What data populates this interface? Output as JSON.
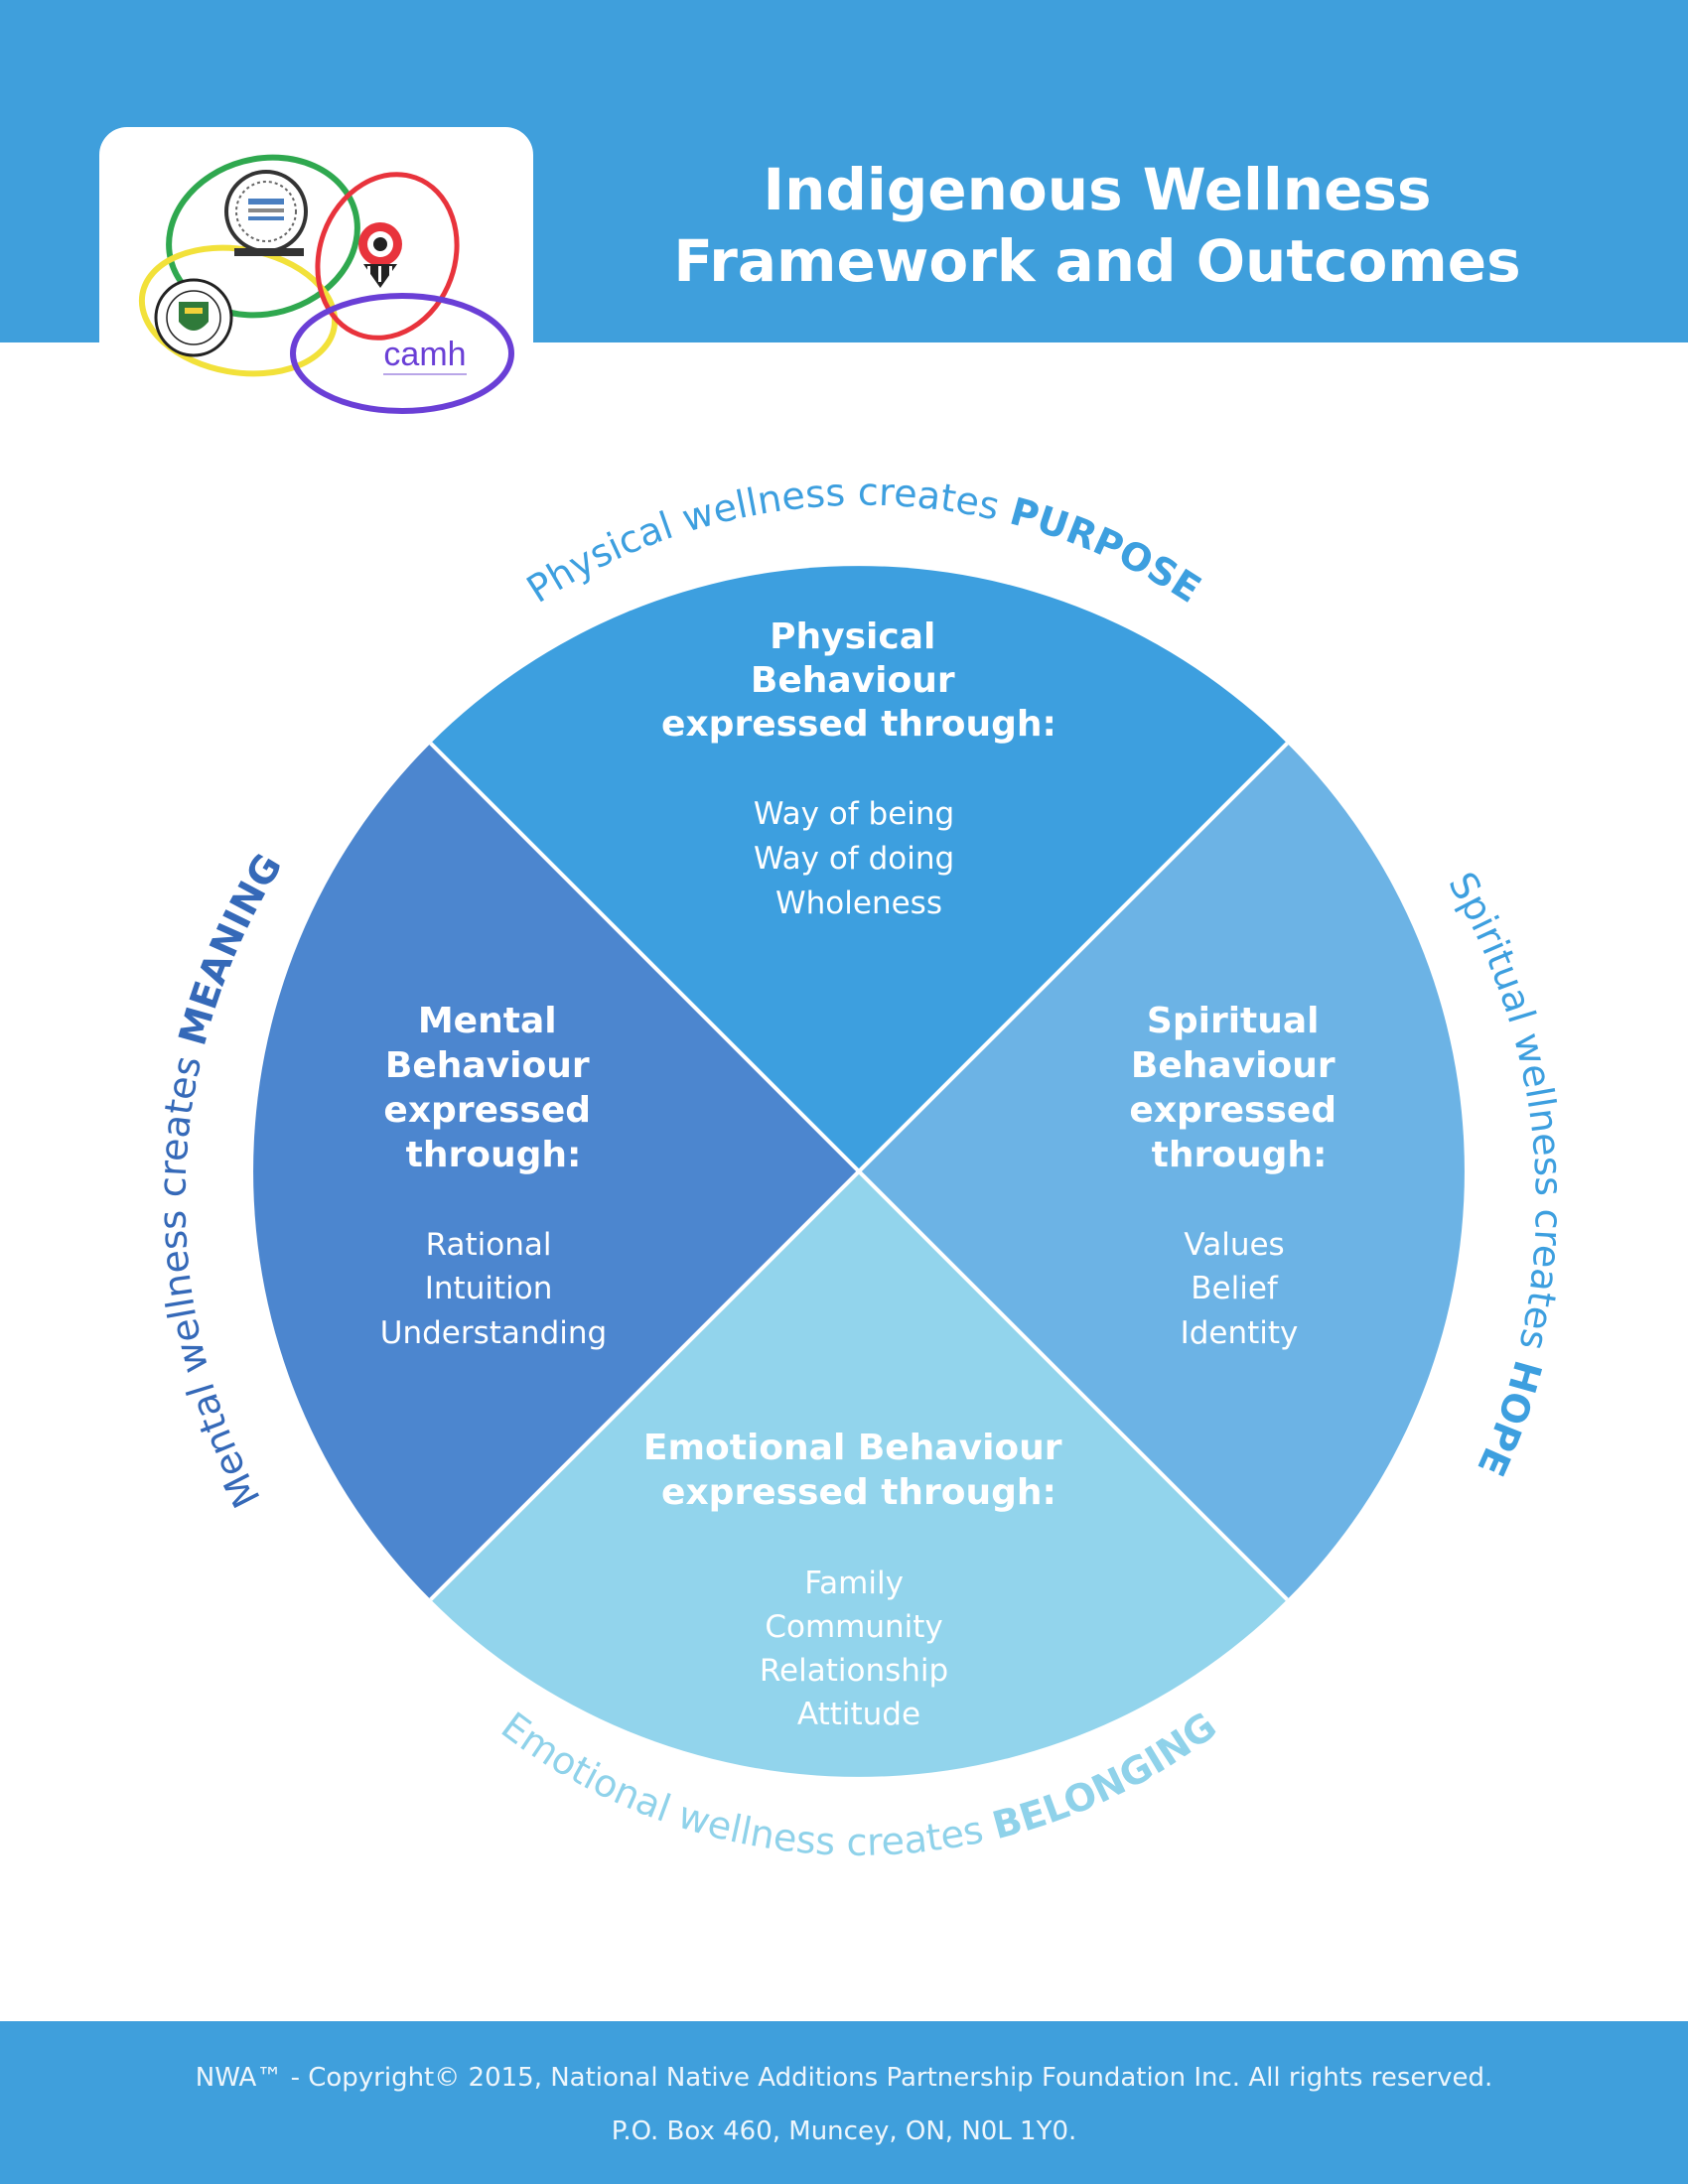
{
  "header": {
    "title_line1": "Indigenous Wellness",
    "title_line2": "Framework and Outcomes",
    "logos": [
      {
        "icon": "nnapf-seal-logo",
        "ring_color": "#2fa84f"
      },
      {
        "icon": "university-of-saskatchewan-crest-logo",
        "ring_color": "#f2e13a"
      },
      {
        "icon": "thunderbird-partnership-logo",
        "ring_color": "#e8333c"
      },
      {
        "icon": "camh-logo",
        "ring_color": "#6a3fd6",
        "text": "camh"
      }
    ]
  },
  "quadrants": {
    "physical": {
      "heading": [
        "Physical",
        "Behaviour",
        "expressed through:"
      ],
      "items": [
        "Way of being",
        "Way of doing",
        "Wholeness"
      ],
      "color": "#3d9fdf"
    },
    "mental": {
      "heading": [
        "Mental",
        "Behaviour",
        "expressed",
        "through:"
      ],
      "items": [
        "Rational",
        "Intuition",
        "Understanding"
      ],
      "color": "#4c86cf"
    },
    "spiritual": {
      "heading": [
        "Spiritual",
        "Behaviour",
        "expressed",
        "through:"
      ],
      "items": [
        "Values",
        "Belief",
        "Identity"
      ],
      "color": "#6cb3e5"
    },
    "emotional": {
      "heading": [
        "Emotional Behaviour",
        "expressed through:"
      ],
      "items": [
        "Family",
        "Community",
        "Relationship",
        "Attitude"
      ],
      "color": "#92d4ec"
    }
  },
  "arc_labels": {
    "physical": {
      "text": "Physical wellness creates ",
      "emphasis": "PURPOSE",
      "color": "#3d9fdf"
    },
    "mental": {
      "text": "Mental wellness creates ",
      "emphasis": "MEANING",
      "color": "#3569b8"
    },
    "spiritual": {
      "text": "Spiritual wellness creates ",
      "emphasis": "HOPE",
      "color": "#3d9fdf"
    },
    "emotional": {
      "text": "Emotional wellness creates ",
      "emphasis": "BELONGING",
      "color": "#8fd2ea"
    }
  },
  "footer": {
    "copyright": "NWA™ - Copyright© 2015, National Native Additions Partnership Foundation Inc. All rights reserved.",
    "address": "P.O. Box 460, Muncey, ON, N0L 1Y0."
  },
  "colors": {
    "band": "#3f9fdc",
    "divider": "#ffffff"
  }
}
